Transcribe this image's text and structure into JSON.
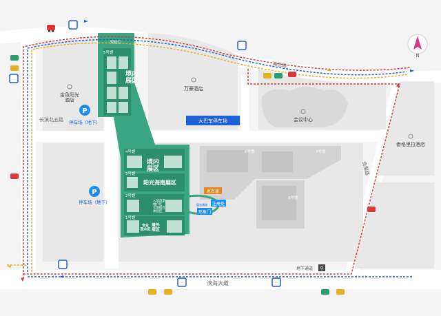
{
  "compass": {
    "label": "N"
  },
  "roads": {
    "haise": "海色路",
    "binhai": "滨海大道",
    "changbin_north": "长滨北五路",
    "huizhan": "会展路"
  },
  "buildings": {
    "jinse_hotel": "金色阳光\n酒店",
    "wanhao_hotel": "万豪酒店",
    "conference_center": "会议中心",
    "shangri_la": "香格里拉酒店"
  },
  "parking": [
    {
      "label": "停车场（地下）"
    },
    {
      "label": "停车场（地下）"
    }
  ],
  "bus_parking": "大巴车停车场",
  "security_gate": "安检口",
  "halls": {
    "h5": "5号馆",
    "h4": "4号馆",
    "h3": "3号馆",
    "h2": "2号馆",
    "h1": "1号馆",
    "h6": "6号馆",
    "h7": "7号馆",
    "h8": "8号馆"
  },
  "zones": {
    "domestic_north": "境内\n展区",
    "domestic_mid": "境内\n展区",
    "yangguang": "阳光海南展区",
    "overseas": "境外\n展区",
    "special": "专业\n观众区",
    "pavilion_2a": "入境旅游\n推介区",
    "pavilion_2b": "文旅融合\n体验区"
  },
  "entrances": {
    "registration": "总名录",
    "register_desk": "注册处",
    "main_gate": "形象门",
    "corridor": "展会通道"
  },
  "underground_passage": "地下通道",
  "colors": {
    "green": "#3aa582",
    "green_dark": "#2c8e6d",
    "green_light": "#d4ede4",
    "gray_block": "#e8e8e8",
    "blue": "#1f5fd8",
    "orange": "#e7b020",
    "red": "#d83a3a",
    "road": "#ffffff"
  }
}
